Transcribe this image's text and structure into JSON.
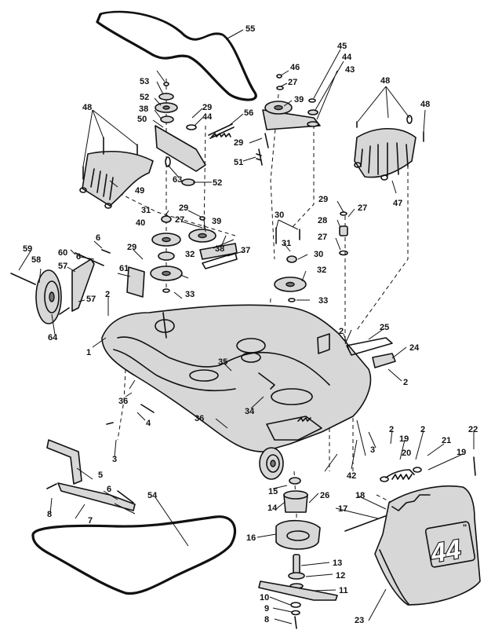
{
  "callouts": [
    "55",
    "45",
    "46",
    "44",
    "43",
    "27",
    "39",
    "53",
    "52",
    "38",
    "29",
    "50",
    "44",
    "56",
    "29",
    "51",
    "48",
    "48",
    "48",
    "63",
    "52",
    "49",
    "47",
    "31",
    "29",
    "27",
    "39",
    "29",
    "28",
    "27",
    "40",
    "32",
    "38",
    "37",
    "30",
    "31",
    "30",
    "27",
    "32",
    "33",
    "33",
    "59",
    "58",
    "60",
    "6",
    "57",
    "61",
    "29",
    "2",
    "57",
    "64",
    "1",
    "6",
    "25",
    "24",
    "2",
    "35",
    "2",
    "36",
    "4",
    "36",
    "34",
    "3",
    "2",
    "19",
    "2",
    "21",
    "22",
    "20",
    "19",
    "3",
    "5",
    "42",
    "15",
    "26",
    "6",
    "14",
    "18",
    "17",
    "8",
    "7",
    "54",
    "16",
    "13",
    "12",
    "11",
    "10",
    "9",
    "8",
    "23"
  ],
  "deck_badge": {
    "text": "44",
    "superscript": "\""
  }
}
